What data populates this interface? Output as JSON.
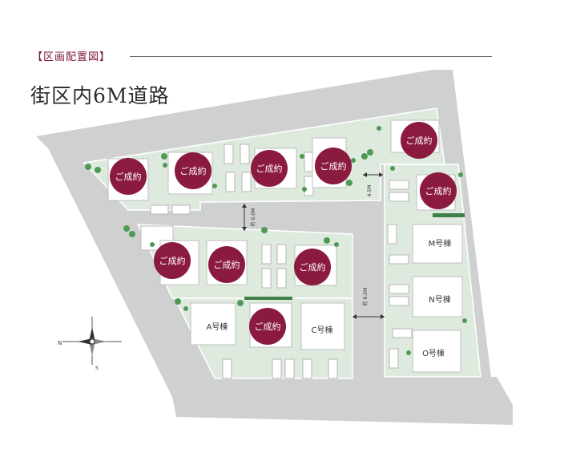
{
  "header": {
    "section_label": "【区画配置図】",
    "title": "街区内6M道路"
  },
  "colors": {
    "road": "#cfd0d0",
    "lot": "#dfeadf",
    "lot_stroke": "#ffffff",
    "house": "#ffffff",
    "house_stroke": "#bdbdbd",
    "sold_badge": "#8a1a3e",
    "sold_text": "#ffffff",
    "tree": "#4e9a55",
    "hedge": "#3f7f48"
  },
  "road_labels": {
    "upper_width": "約 6.0M",
    "narrow_width": "4.5M",
    "main_width": "約 6.0M"
  },
  "compass": {
    "north": "N",
    "south": "S"
  },
  "sold_label": "ご成約",
  "lots": {
    "A": {
      "label": "A号棟"
    },
    "C": {
      "label": "C号棟"
    },
    "M": {
      "label": "M号棟"
    },
    "N": {
      "label": "N号棟"
    },
    "O": {
      "label": "O号棟"
    }
  }
}
